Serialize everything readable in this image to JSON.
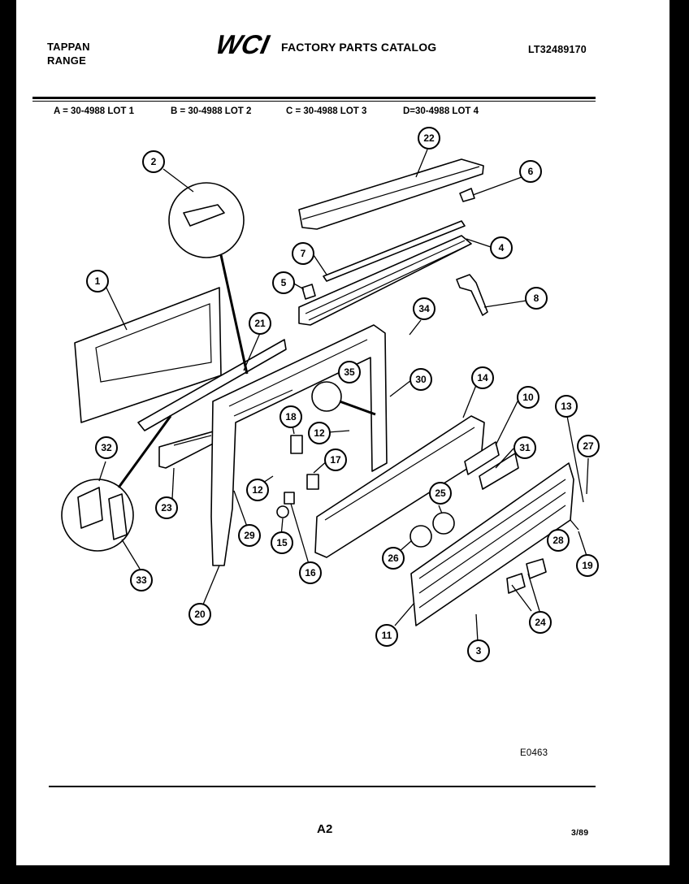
{
  "header": {
    "brand_line1": "TAPPAN",
    "brand_line2": "RANGE",
    "logo_text": "WCI",
    "catalog_title": "FACTORY PARTS CATALOG",
    "catalog_number": "LT32489170"
  },
  "lots": [
    "A = 30-4988 LOT 1",
    "B = 30-4988 LOT 2",
    "C = 30-4988 LOT 3",
    "D=30-4988 LOT 4"
  ],
  "callouts": [
    "1",
    "2",
    "3",
    "4",
    "5",
    "6",
    "7",
    "8",
    "10",
    "11",
    "12",
    "12",
    "13",
    "14",
    "15",
    "16",
    "17",
    "18",
    "19",
    "20",
    "21",
    "22",
    "23",
    "24",
    "25",
    "26",
    "26",
    "27",
    "28",
    "29",
    "30",
    "31",
    "32",
    "33",
    "34",
    "35"
  ],
  "figure_code": "E0463",
  "footer": {
    "page_label": "A2",
    "date": "3/89"
  }
}
